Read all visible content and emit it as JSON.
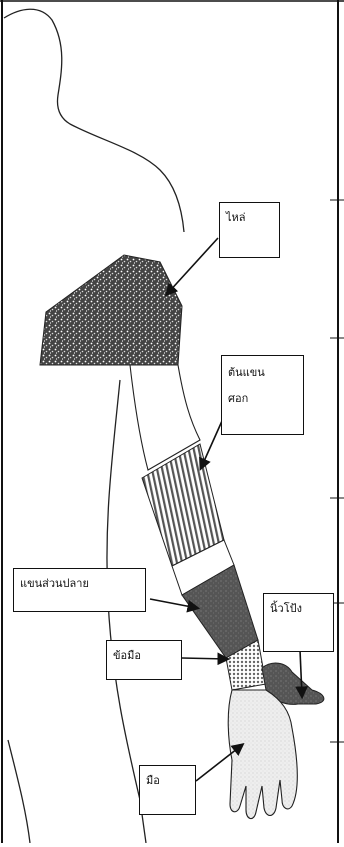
{
  "diagram": {
    "labels": {
      "shoulder": "ไหล่",
      "upper_arm_line1": "ต้นแขน",
      "upper_arm_line2": "ศอก",
      "forearm": "แขนส่วนปลาย",
      "thumb": "นิ้วโป้ง",
      "wrist": "ข้อมือ",
      "hand": "มือ"
    },
    "colors": {
      "outline": "#222222",
      "dark_fill": "#555555",
      "stripe_fill": "#777777",
      "dots_fill": "#999999",
      "light_fill": "#dddddd"
    }
  }
}
